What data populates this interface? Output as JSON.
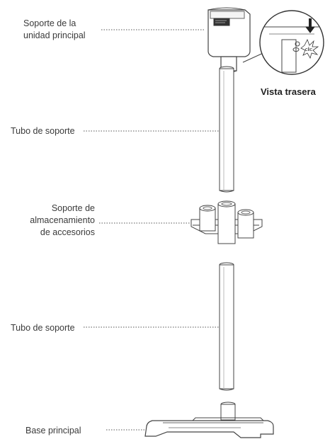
{
  "labels": {
    "main_unit_holder": [
      "Soporte de la",
      "unidad principal"
    ],
    "support_tube_1": [
      "Tubo de soporte"
    ],
    "accessory_holder": [
      "Soporte de",
      "almacenamiento",
      "de accesorios"
    ],
    "support_tube_2": [
      "Tubo de soporte"
    ],
    "main_base": [
      "Base principal"
    ]
  },
  "callout": {
    "rear_view_caption": "Vista trasera",
    "click_text": "clic"
  }
}
